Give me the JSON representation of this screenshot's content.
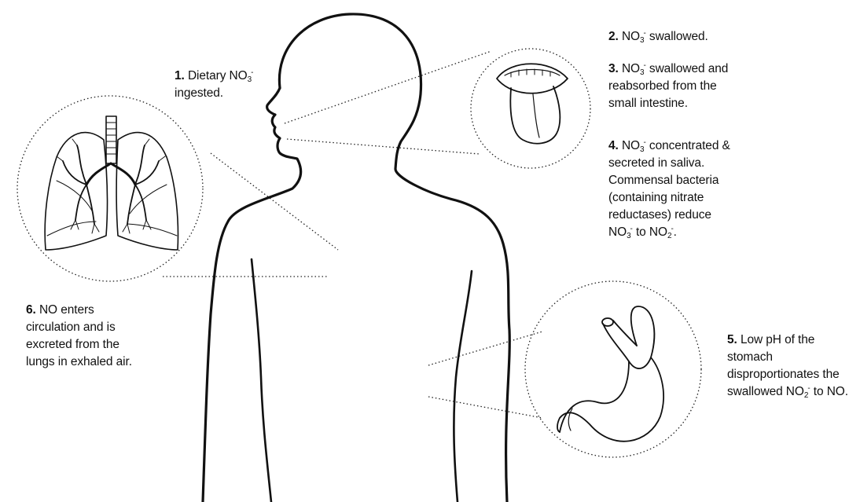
{
  "steps": {
    "s1": {
      "num": "1.",
      "text_a": "Dietary NO",
      "sub_a": "3",
      "sup_a": "-",
      "text_b": "ingested."
    },
    "s2": {
      "num": "2.",
      "text_a": "NO",
      "sub_a": "3",
      "sup_a": "-",
      "text_b": " swallowed."
    },
    "s3": {
      "num": "3.",
      "text_a": "NO",
      "sub_a": "3",
      "sup_a": "-",
      "text_b": " swallowed and",
      "line2": "reabsorbed from the",
      "line3": "small intestine."
    },
    "s4": {
      "num": "4.",
      "text_a": "NO",
      "sub_a": "3",
      "sup_a": "-",
      "text_b": " concentrated &",
      "line2": "secreted in saliva.",
      "line3": "Commensal bacteria",
      "line4": "(containing nitrate",
      "line5": "reductases) reduce",
      "l6_a": "NO",
      "l6_sub_a": "3",
      "l6_sup_a": "-",
      "l6_b": " to NO",
      "l6_sub_b": "2",
      "l6_sup_b": "-",
      "l6_c": "."
    },
    "s5": {
      "num": "5.",
      "line1": " Low pH of the",
      "line2": "stomach",
      "line3": "disproportionates the",
      "l4_a": "swallowed NO",
      "l4_sub": "2",
      "l4_sup": "-",
      "l4_b": " to NO."
    },
    "s6": {
      "num": "6.",
      "line1": " NO enters",
      "line2": "circulation and is",
      "line3": "excreted from the",
      "line4": "lungs in exhaled air."
    }
  },
  "illustrations": [
    "human-body-outline",
    "lungs",
    "open-mouth-tongue",
    "stomach"
  ]
}
